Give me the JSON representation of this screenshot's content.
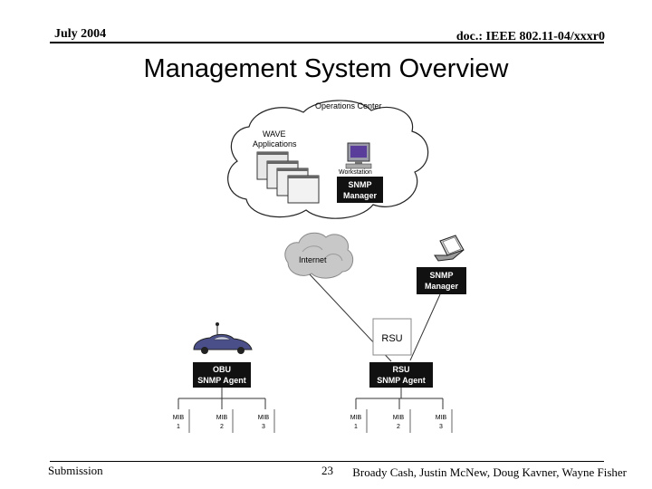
{
  "header": {
    "date": "July 2004",
    "doc_id": "doc.: IEEE 802.11-04/xxxr0"
  },
  "slide": {
    "title": "Management System Overview"
  },
  "diagram": {
    "operations_center_label": "Operations Center",
    "wave_apps_label_line1": "WAVE",
    "wave_apps_label_line2": "Applications",
    "workstation_label": "Workstation",
    "snmp_manager_center_line1": "SNMP",
    "snmp_manager_center_line2": "Manager",
    "internet_label": "Internet",
    "snmp_manager_remote_line1": "SNMP",
    "snmp_manager_remote_line2": "Manager",
    "rsu_device_label": "RSU",
    "obu_agent_line1": "OBU",
    "obu_agent_line2": "SNMP Agent",
    "rsu_agent_line1": "RSU",
    "rsu_agent_line2": "SNMP Agent",
    "obu_mibs": [
      {
        "name": "MIB",
        "num": "1"
      },
      {
        "name": "MIB",
        "num": "2"
      },
      {
        "name": "MIB",
        "num": "3"
      }
    ],
    "rsu_mibs": [
      {
        "name": "MIB",
        "num": "1"
      },
      {
        "name": "MIB",
        "num": "2"
      },
      {
        "name": "MIB",
        "num": "3"
      }
    ]
  },
  "footer": {
    "left": "Submission",
    "page": "23",
    "authors": "Broady Cash, Justin McNew, Doug Kavner, Wayne Fisher"
  }
}
